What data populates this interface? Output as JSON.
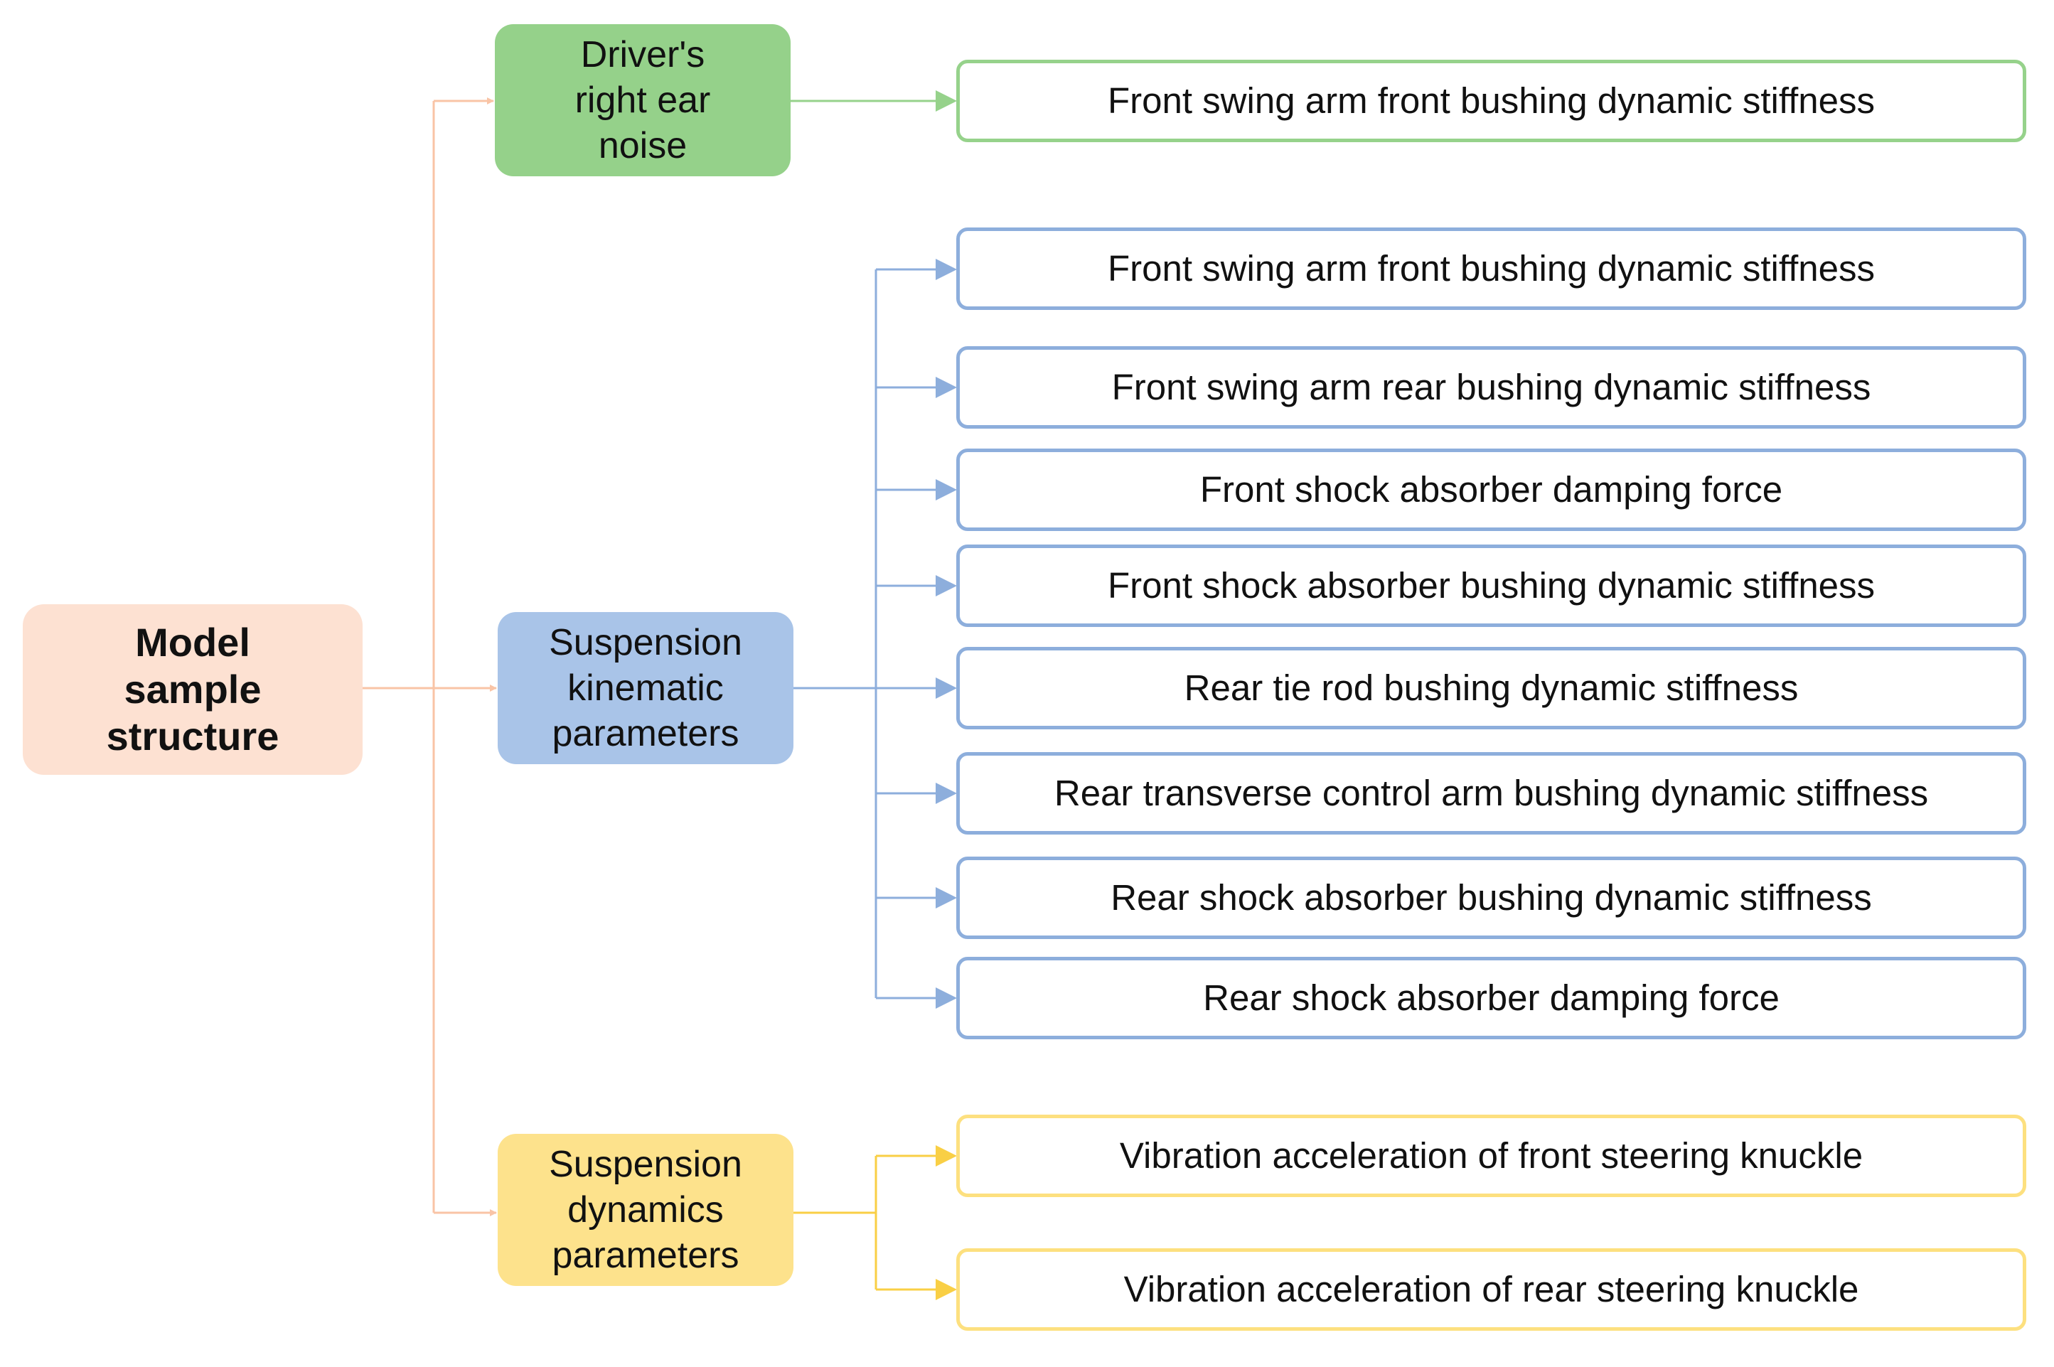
{
  "colors": {
    "root_fill": "#fde1d2",
    "root_connector": "#f9c4a6",
    "green_fill": "#95d18a",
    "green_line": "#96d28b",
    "blue_fill": "#a9c4e8",
    "blue_line": "#8daedc",
    "yellow_fill": "#fde28c",
    "yellow_line": "#f9cf45"
  },
  "root": {
    "line1": "Model",
    "line2": "sample",
    "line3": "structure"
  },
  "categories": [
    {
      "line1": "Driver's",
      "line2": "right ear",
      "line3": "noise",
      "items": [
        "Front swing arm front bushing dynamic stiffness"
      ]
    },
    {
      "line1": "Suspension",
      "line2": "kinematic",
      "line3": "parameters",
      "items": [
        "Front swing arm front bushing dynamic stiffness",
        "Front swing arm rear bushing dynamic stiffness",
        "Front shock absorber damping force",
        "Front shock absorber bushing dynamic stiffness",
        "Rear tie rod bushing dynamic stiffness",
        "Rear transverse control arm bushing dynamic stiffness",
        "Rear shock absorber bushing dynamic stiffness",
        "Rear shock absorber damping force"
      ]
    },
    {
      "line1": "Suspension",
      "line2": "dynamics",
      "line3": "parameters",
      "items": [
        "Vibration acceleration of front steering knuckle",
        "Vibration acceleration of rear steering knuckle"
      ]
    }
  ]
}
